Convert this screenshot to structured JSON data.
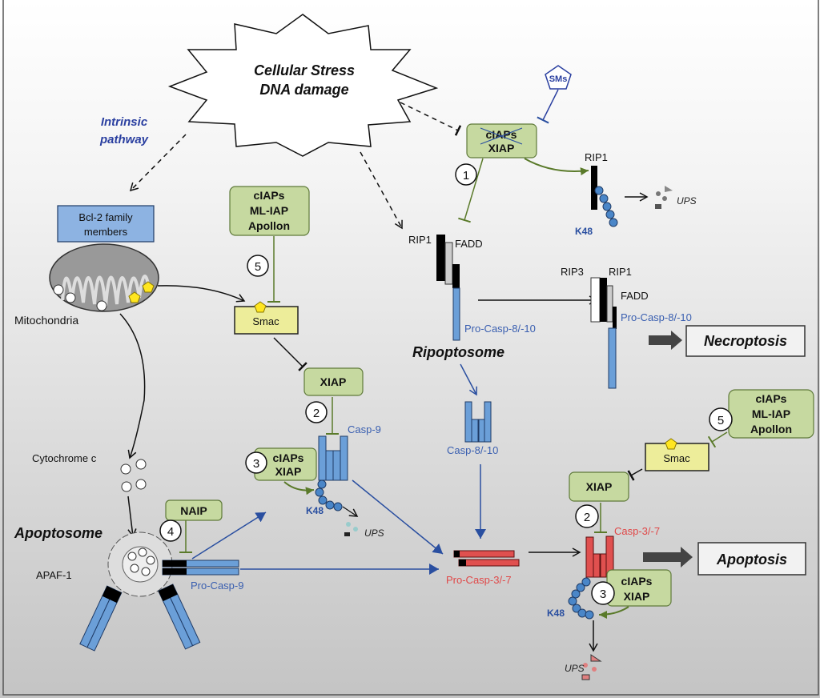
{
  "stress": {
    "line1": "Cellular Stress",
    "line2": "DNA damage"
  },
  "intrinsic": {
    "line1": "Intrinsic",
    "line2": "pathway"
  },
  "bcl2": {
    "line1": "Bcl-2 family",
    "line2": "members"
  },
  "mitochondria": "Mitochondria",
  "iap_group": {
    "line1": "cIAPs",
    "line2": "ML-IAP",
    "line3": "Apollon"
  },
  "smac": "Smac",
  "xiap": "XIAP",
  "ciaps": "cIAPs",
  "naip": "NAIP",
  "cytochrome_c": "Cytochrome c",
  "apoptosome": "Apoptosome",
  "apaf1": "APAF-1",
  "pro_casp9": "Pro-Casp-9",
  "casp9": "Casp-9",
  "k48": "K48",
  "ups": "UPS",
  "sms": "SMs",
  "rip1": "RIP1",
  "rip3": "RIP3",
  "fadd": "FADD",
  "pro_casp8_10": "Pro-Casp-8/-10",
  "casp8_10": "Casp-8/-10",
  "ripoptosome": "Ripoptosome",
  "necroptosis": "Necroptosis",
  "pro_casp3_7": "Pro-Casp-3/-7",
  "casp3_7": "Casp-3/-7",
  "apoptosis": "Apoptosis",
  "steps": {
    "s1": "1",
    "s2": "2",
    "s3": "3",
    "s4": "4",
    "s5": "5"
  },
  "colors": {
    "iap_green": "#c6d9a0",
    "smac_yellow": "#eded9a",
    "bcl2_blue": "#8db3e2",
    "caspase_blue": "#6b9fd8",
    "caspase_red": "#e0504f",
    "label_blue": "#3a5fb0"
  }
}
